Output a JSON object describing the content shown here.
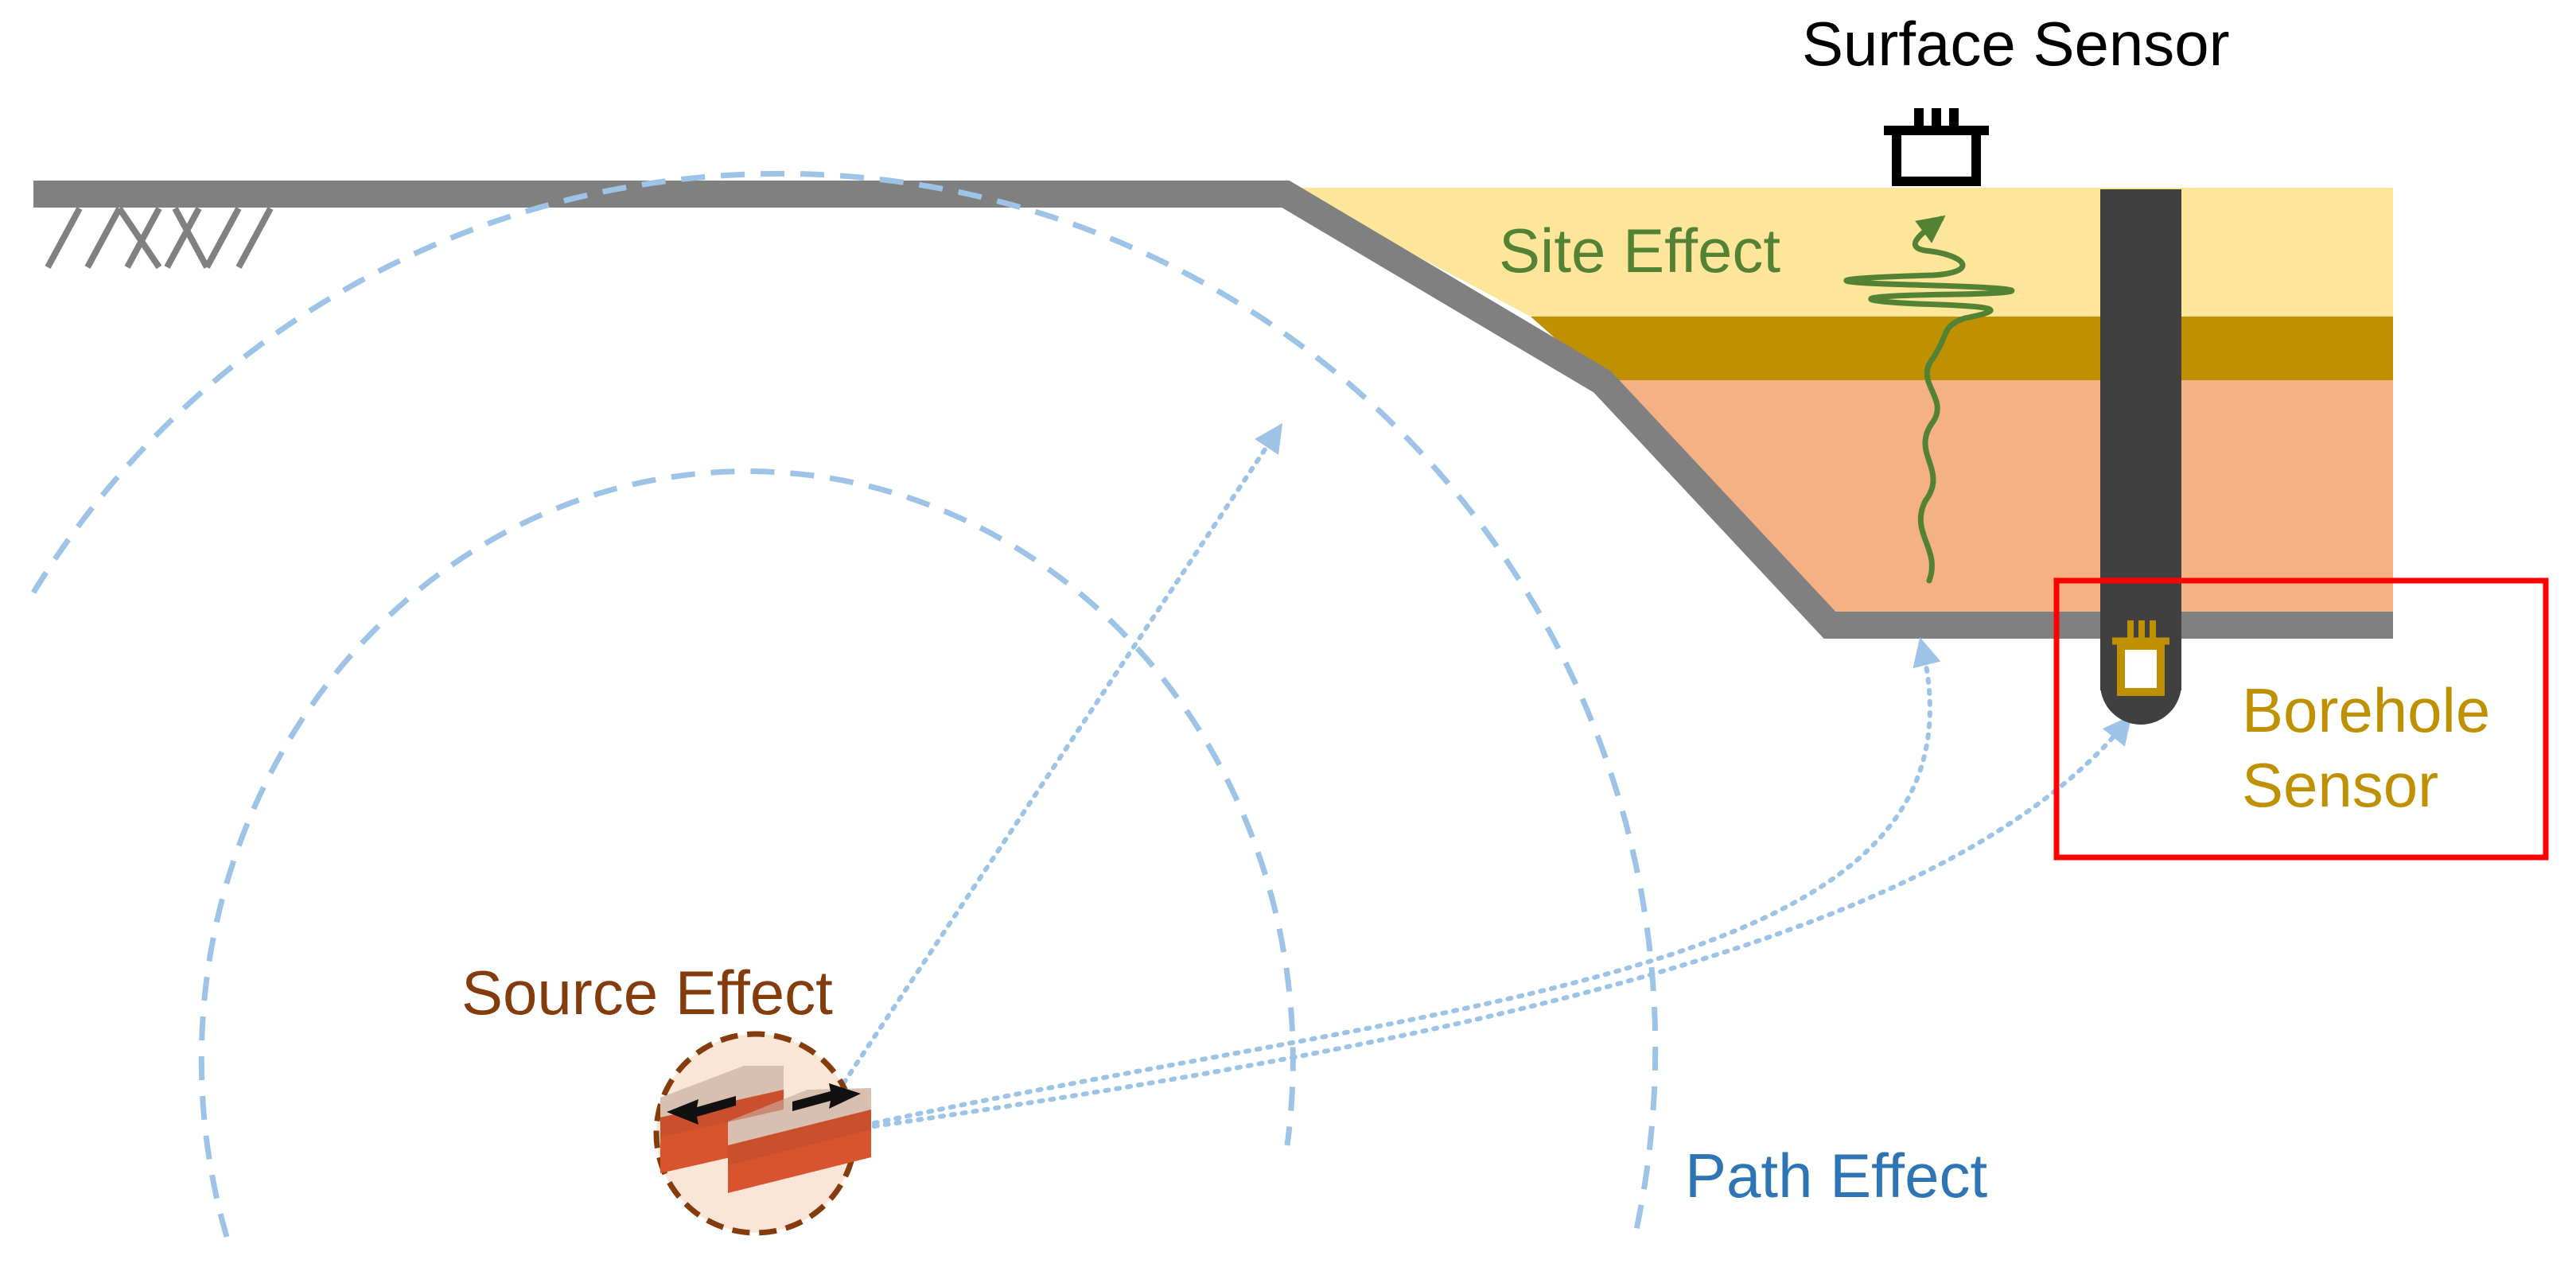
{
  "labels": {
    "surface_sensor": "Surface Sensor",
    "site_effect": "Site Effect",
    "source_effect": "Source Effect",
    "path_effect": "Path Effect",
    "borehole_sensor_line1": "Borehole",
    "borehole_sensor_line2": "Sensor"
  },
  "colors": {
    "ground_line": "#808080",
    "sediment_top": "#FDE699",
    "sediment_middle": "#BF9000",
    "sediment_bottom": "#F4B183",
    "borehole": "#404040",
    "site_wave": "#548235",
    "site_label": "#548235",
    "wavefront": "#9DC3E6",
    "path_label": "#2E75B6",
    "source_label": "#843C0C",
    "source_circle_fill": "#FBE5D6",
    "source_circle_stroke": "#843C0C",
    "fault_top": "#D9BFB0",
    "fault_side": "#D9542E",
    "borehole_sensor": "#BF9000",
    "highlight_box": "#FF0000",
    "surface_sensor": "#000000"
  },
  "icons": {
    "surface_sensor": "seismometer-icon",
    "borehole_sensor": "seismometer-icon",
    "source": "fault-block-icon",
    "ground_hatch": "hatch-icon"
  }
}
